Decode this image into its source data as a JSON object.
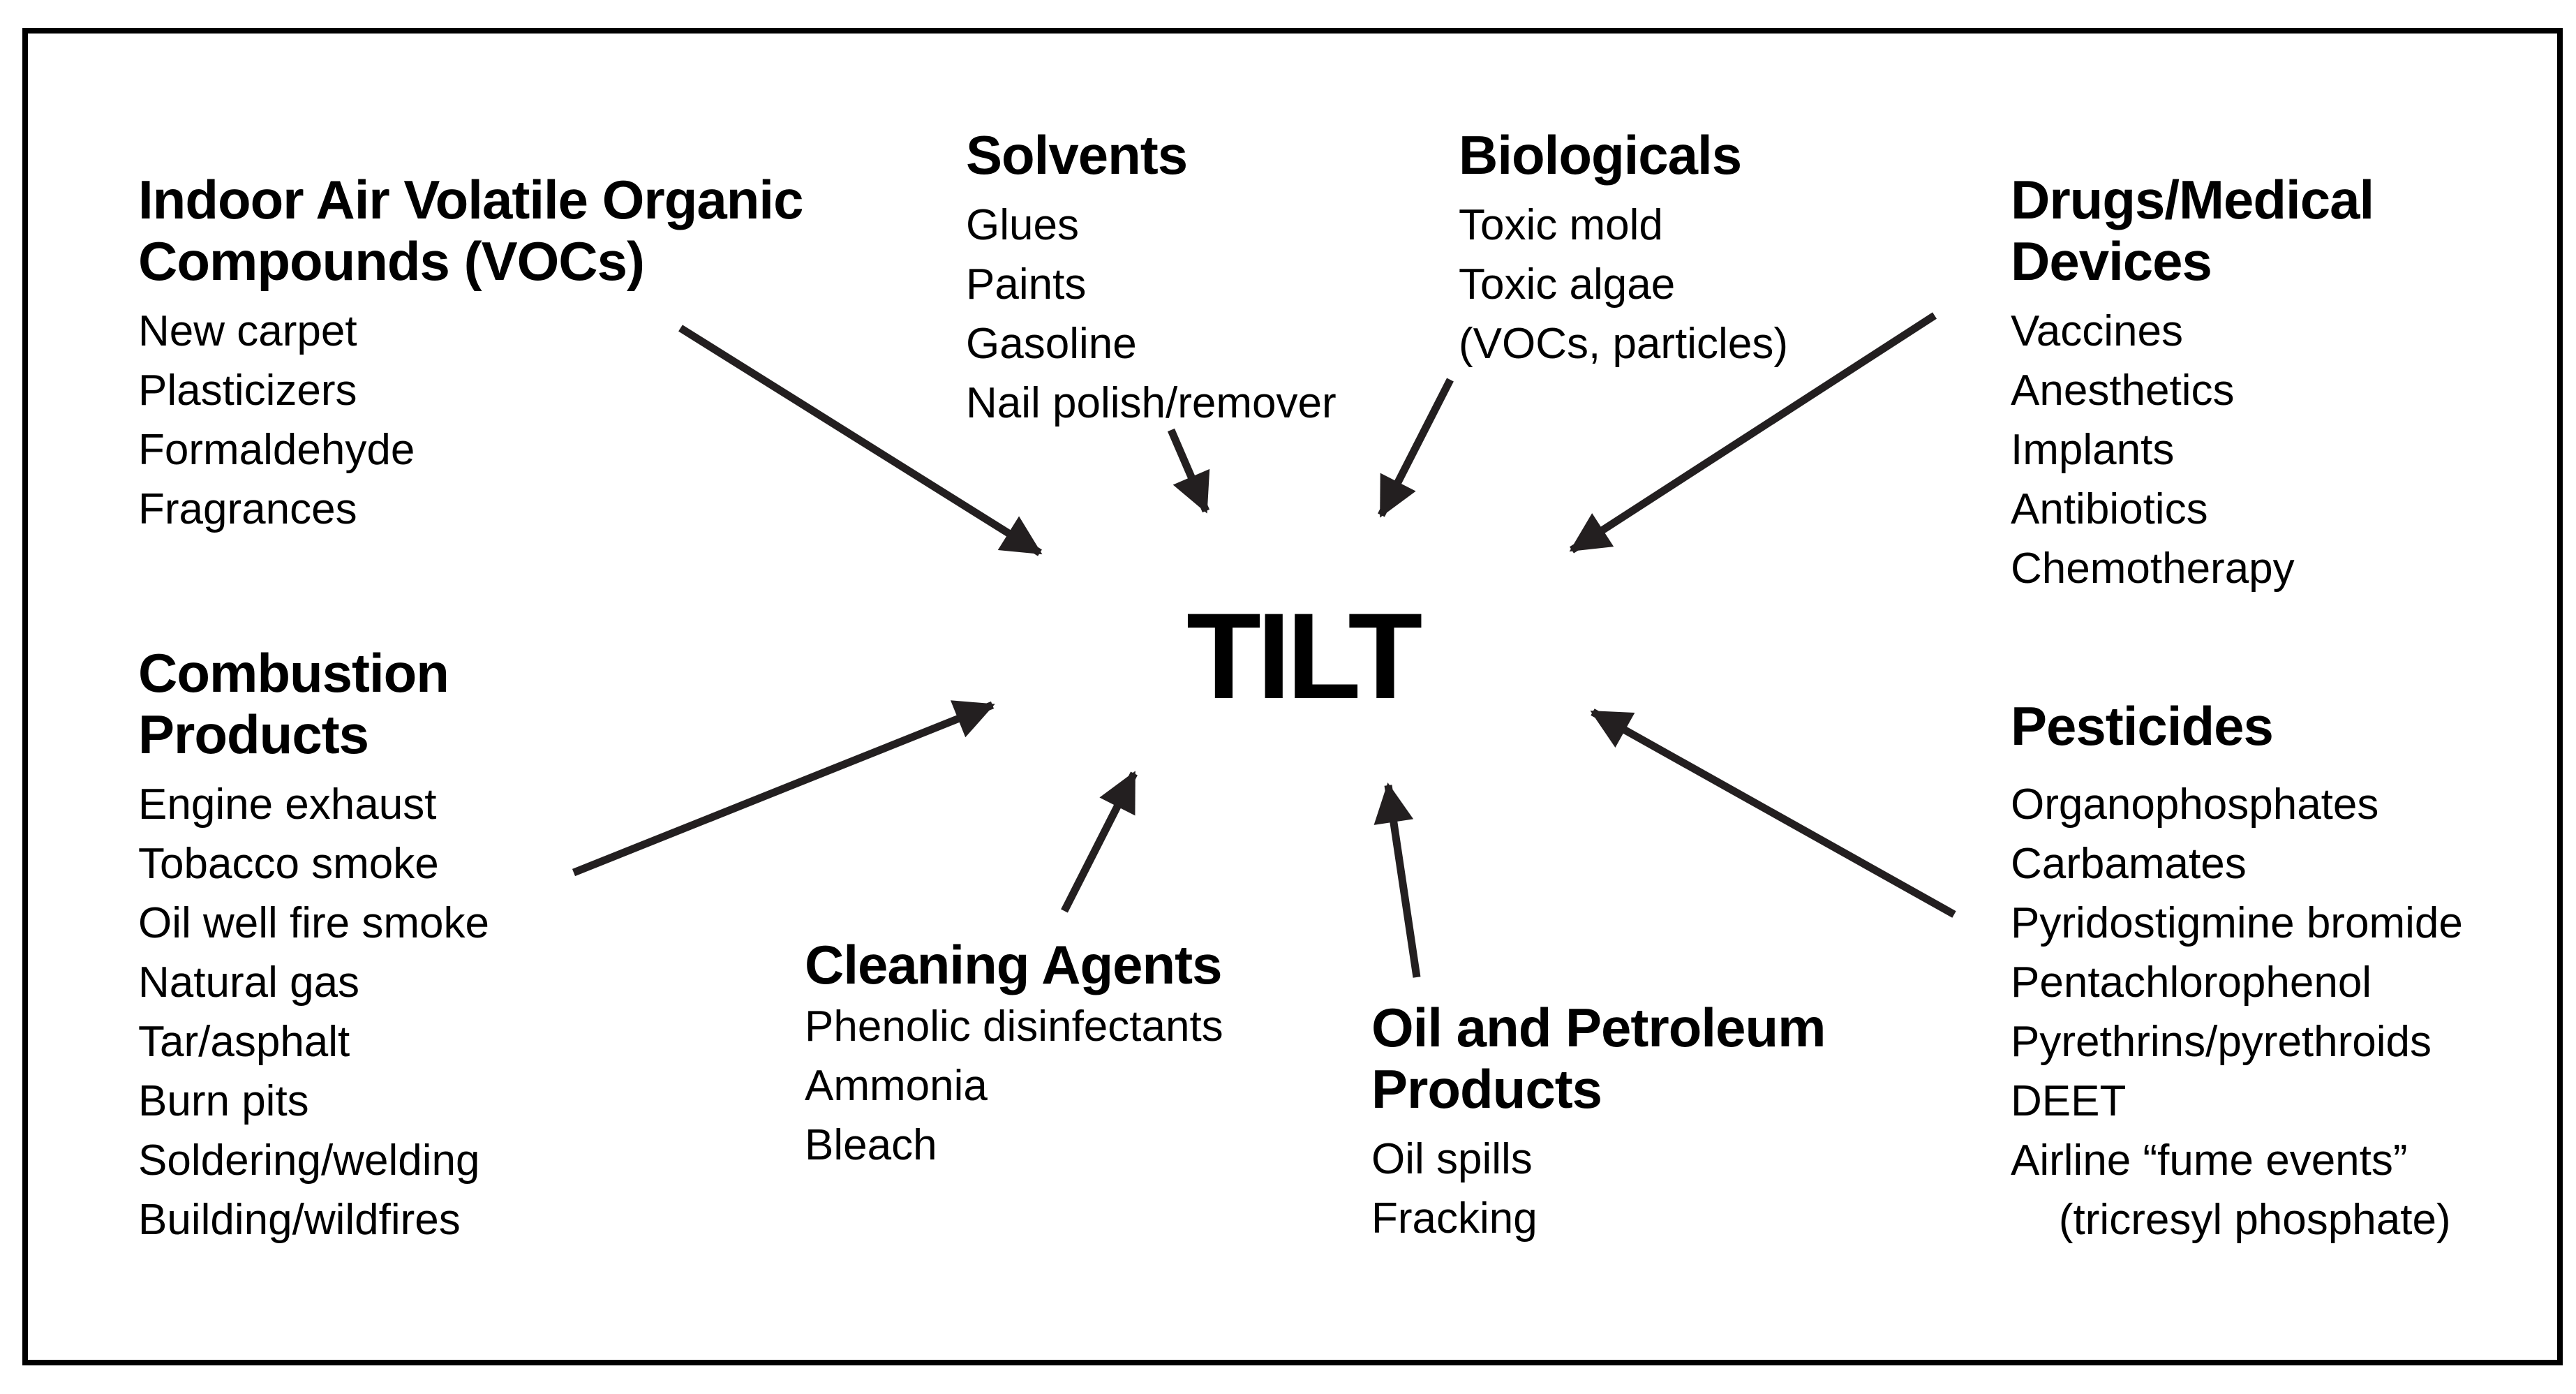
{
  "diagram": {
    "center_label": "TILT",
    "colors": {
      "ink": "#000000",
      "arrow": "#231f20",
      "background": "#ffffff"
    },
    "groups": {
      "voc": {
        "heading": "Indoor Air Volatile Organic\nCompounds (VOCs)",
        "items": [
          "New carpet",
          "Plasticizers",
          "Formaldehyde",
          "Fragrances"
        ]
      },
      "solvents": {
        "heading": "Solvents",
        "items": [
          "Glues",
          "Paints",
          "Gasoline",
          "Nail polish/remover"
        ]
      },
      "biologicals": {
        "heading": "Biologicals",
        "items": [
          "Toxic mold",
          "Toxic algae",
          "(VOCs, particles)"
        ]
      },
      "drugs": {
        "heading": "Drugs/Medical\nDevices",
        "items": [
          "Vaccines",
          "Anesthetics",
          "Implants",
          "Antibiotics",
          "Chemotherapy"
        ]
      },
      "combustion": {
        "heading": "Combustion\nProducts",
        "items": [
          "Engine exhaust",
          "Tobacco smoke",
          "Oil well fire smoke",
          "Natural gas",
          "Tar/asphalt",
          "Burn pits",
          "Soldering/welding",
          "Building/wildfires"
        ]
      },
      "cleaning": {
        "heading": "Cleaning Agents",
        "items": [
          "Phenolic disinfectants",
          "Ammonia",
          "Bleach"
        ]
      },
      "oil": {
        "heading": "Oil and Petroleum\nProducts",
        "items": [
          "Oil spills",
          "Fracking"
        ]
      },
      "pesticides": {
        "heading": "Pesticides",
        "items": [
          "Organophosphates",
          "Carbamates",
          "Pyridostigmine bromide",
          "Pentachlorophenol",
          "Pyrethrins/pyrethroids",
          "DEET",
          "Airline “fume events”",
          "    (tricresyl phosphate)"
        ]
      }
    }
  }
}
